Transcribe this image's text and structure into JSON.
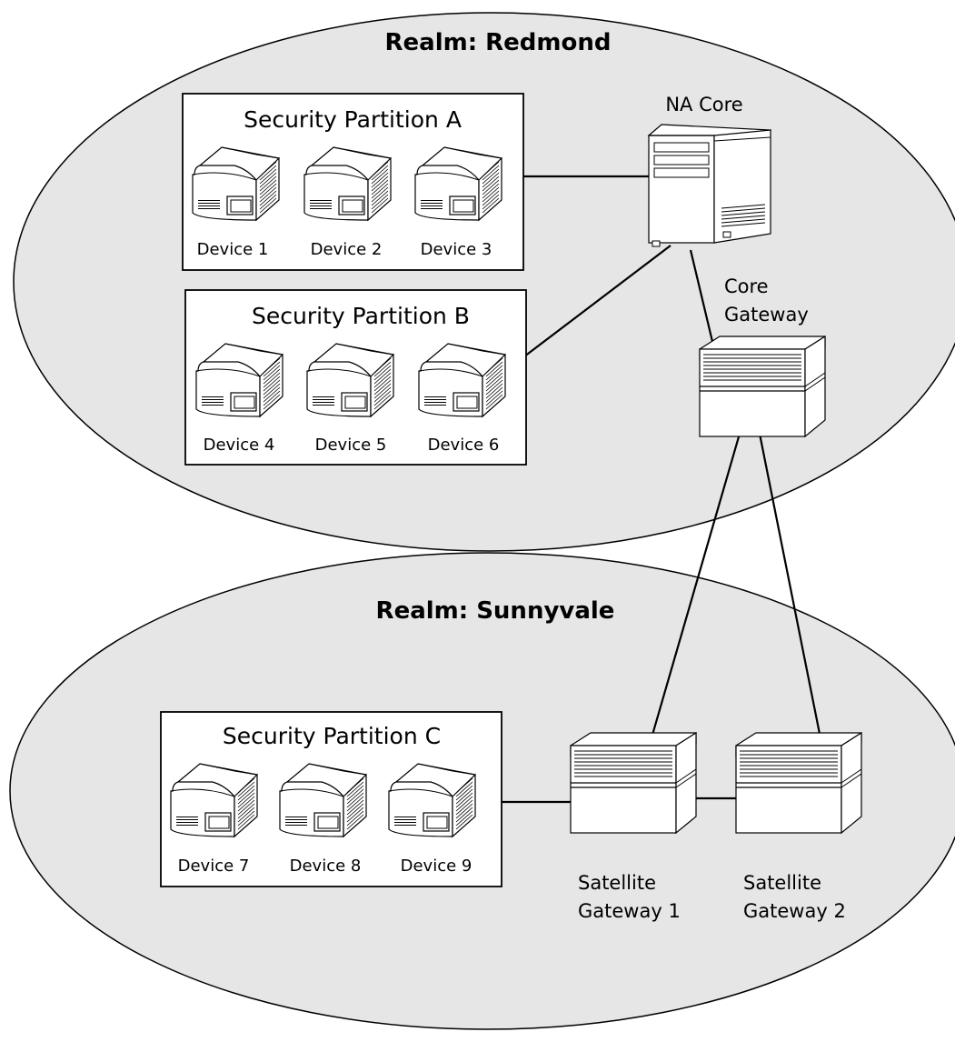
{
  "realms": [
    {
      "id": "redmond",
      "label": "Realm: Redmond"
    },
    {
      "id": "sunnyvale",
      "label": "Realm: Sunnyvale"
    }
  ],
  "partitions": [
    {
      "id": "a",
      "label": "Security Partition A",
      "devices": [
        "Device 1",
        "Device 2",
        "Device 3"
      ]
    },
    {
      "id": "b",
      "label": "Security Partition B",
      "devices": [
        "Device 4",
        "Device 5",
        "Device 6"
      ]
    },
    {
      "id": "c",
      "label": "Security Partition C",
      "devices": [
        "Device 7",
        "Device 8",
        "Device 9"
      ]
    }
  ],
  "nodes": {
    "na_core": {
      "lines": [
        "NA Core"
      ]
    },
    "core_gateway": {
      "lines": [
        "Core",
        "Gateway"
      ]
    },
    "satellite_gateway_1": {
      "lines": [
        "Satellite",
        "Gateway 1"
      ]
    },
    "satellite_gateway_2": {
      "lines": [
        "Satellite",
        "Gateway 2"
      ]
    }
  },
  "colors": {
    "realm_fill": "#e6e6e6",
    "stroke": "#000000",
    "partition_fill": "#ffffff"
  }
}
